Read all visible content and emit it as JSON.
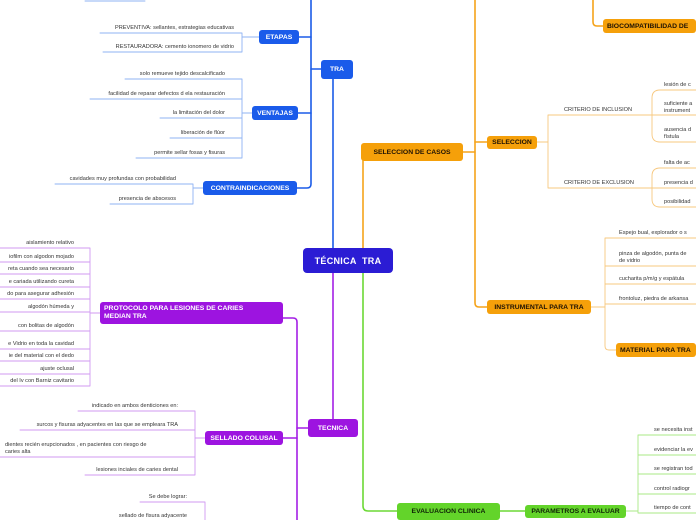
{
  "central": {
    "label": "TÉCNICA  TRA"
  },
  "tra": {
    "label": "TRA",
    "etapas": {
      "label": "ETAPAS",
      "items": [
        "PREVENTIVA: sellantes, estrategias educativas",
        "RESTAURADORA: cemento ionomero de vidrio"
      ]
    },
    "ventajas": {
      "label": "VENTAJAS",
      "items": [
        "solo remueve tejido descalcificado",
        "facilidad de reparar defectos d ela restauración",
        "la limitación del dolor",
        "liberación de flúor",
        "permite sellar fosas y fisuras"
      ]
    },
    "contraindicaciones": {
      "label": "CONTRAINDICACIONES",
      "items": [
        "cavidades muy profundas con probabilidad",
        "presencia de abscesos"
      ]
    }
  },
  "seleccion_de_casos": {
    "label": "SELECCION DE CASOS",
    "biocompatibilidad": {
      "label": "BIOCOMPATIBILIDAD DE"
    },
    "seleccion": {
      "label": "SELECCION",
      "inclusion": {
        "label": "CRITERIO DE INCLUSION",
        "items": [
          "lesión de c",
          [
            "suficiente a",
            "instrument"
          ],
          [
            "ausencia d",
            "fístula"
          ]
        ]
      },
      "exclusion": {
        "label": "CRITERIO DE EXCLUSION",
        "items": [
          "falta de ac",
          "presencia d",
          "posibilidad"
        ]
      }
    },
    "instrumental": {
      "label": "INSTRUMENTAL PARA TRA",
      "items": [
        "Espejo bual, explorador o s",
        [
          "pinza de algodón, punta de",
          "de vidrio"
        ],
        "cucharita p/m/g y espátula",
        "frontoluz, piedra de arkansa"
      ],
      "material": {
        "label": "MATERIAL PARA TRA"
      }
    }
  },
  "evaluacion_clinica": {
    "label": "EVALUACION CLINICA",
    "parametros": {
      "label": "PARAMETROS A EVALUAR",
      "items": [
        "se necesita inst",
        "evidenciar la ev",
        "se registran tod",
        "control radiogr",
        "tiempo de cont"
      ]
    }
  },
  "tecnica": {
    "label": "TECNICA",
    "protocolo": {
      "label_lines": [
        "PROTOCOLO PARA LESIONES DE CARIES",
        "MEDIAN TRA"
      ],
      "items": [
        "aislamiento relativo",
        "iofilm con algodon mojado",
        "reta cuando sea necesario",
        "e cariada utilizando cureta",
        "do para asegurar adhesión",
        "algodón húmeda y",
        "con bolitas de algodón",
        "e Vidrio en toda la cavidad",
        "ie del material con el dedo",
        "ajuste oclusal",
        "del Iv con Barniz cavitario"
      ]
    },
    "sellado": {
      "label": "SELLADO COLUSAL",
      "items": [
        "indicado en ambos denticiones en:",
        "surcos y fisuras adyacentes en las que se empleara TRA",
        [
          "dientes recién erupcionados , en pacientes con riesgo de",
          "caries alta"
        ],
        "lesiones inciales de caries dental"
      ]
    },
    "lograr": {
      "items": [
        "Se debe lograr:",
        "sellado de fisura adyacente"
      ]
    }
  },
  "colors": {
    "central": "#2b1cd4",
    "blue_branch": "#1a5bea",
    "orange_branch": "#f5a00a",
    "green_branch": "#63d42a",
    "purple_branch": "#9d14e0"
  }
}
